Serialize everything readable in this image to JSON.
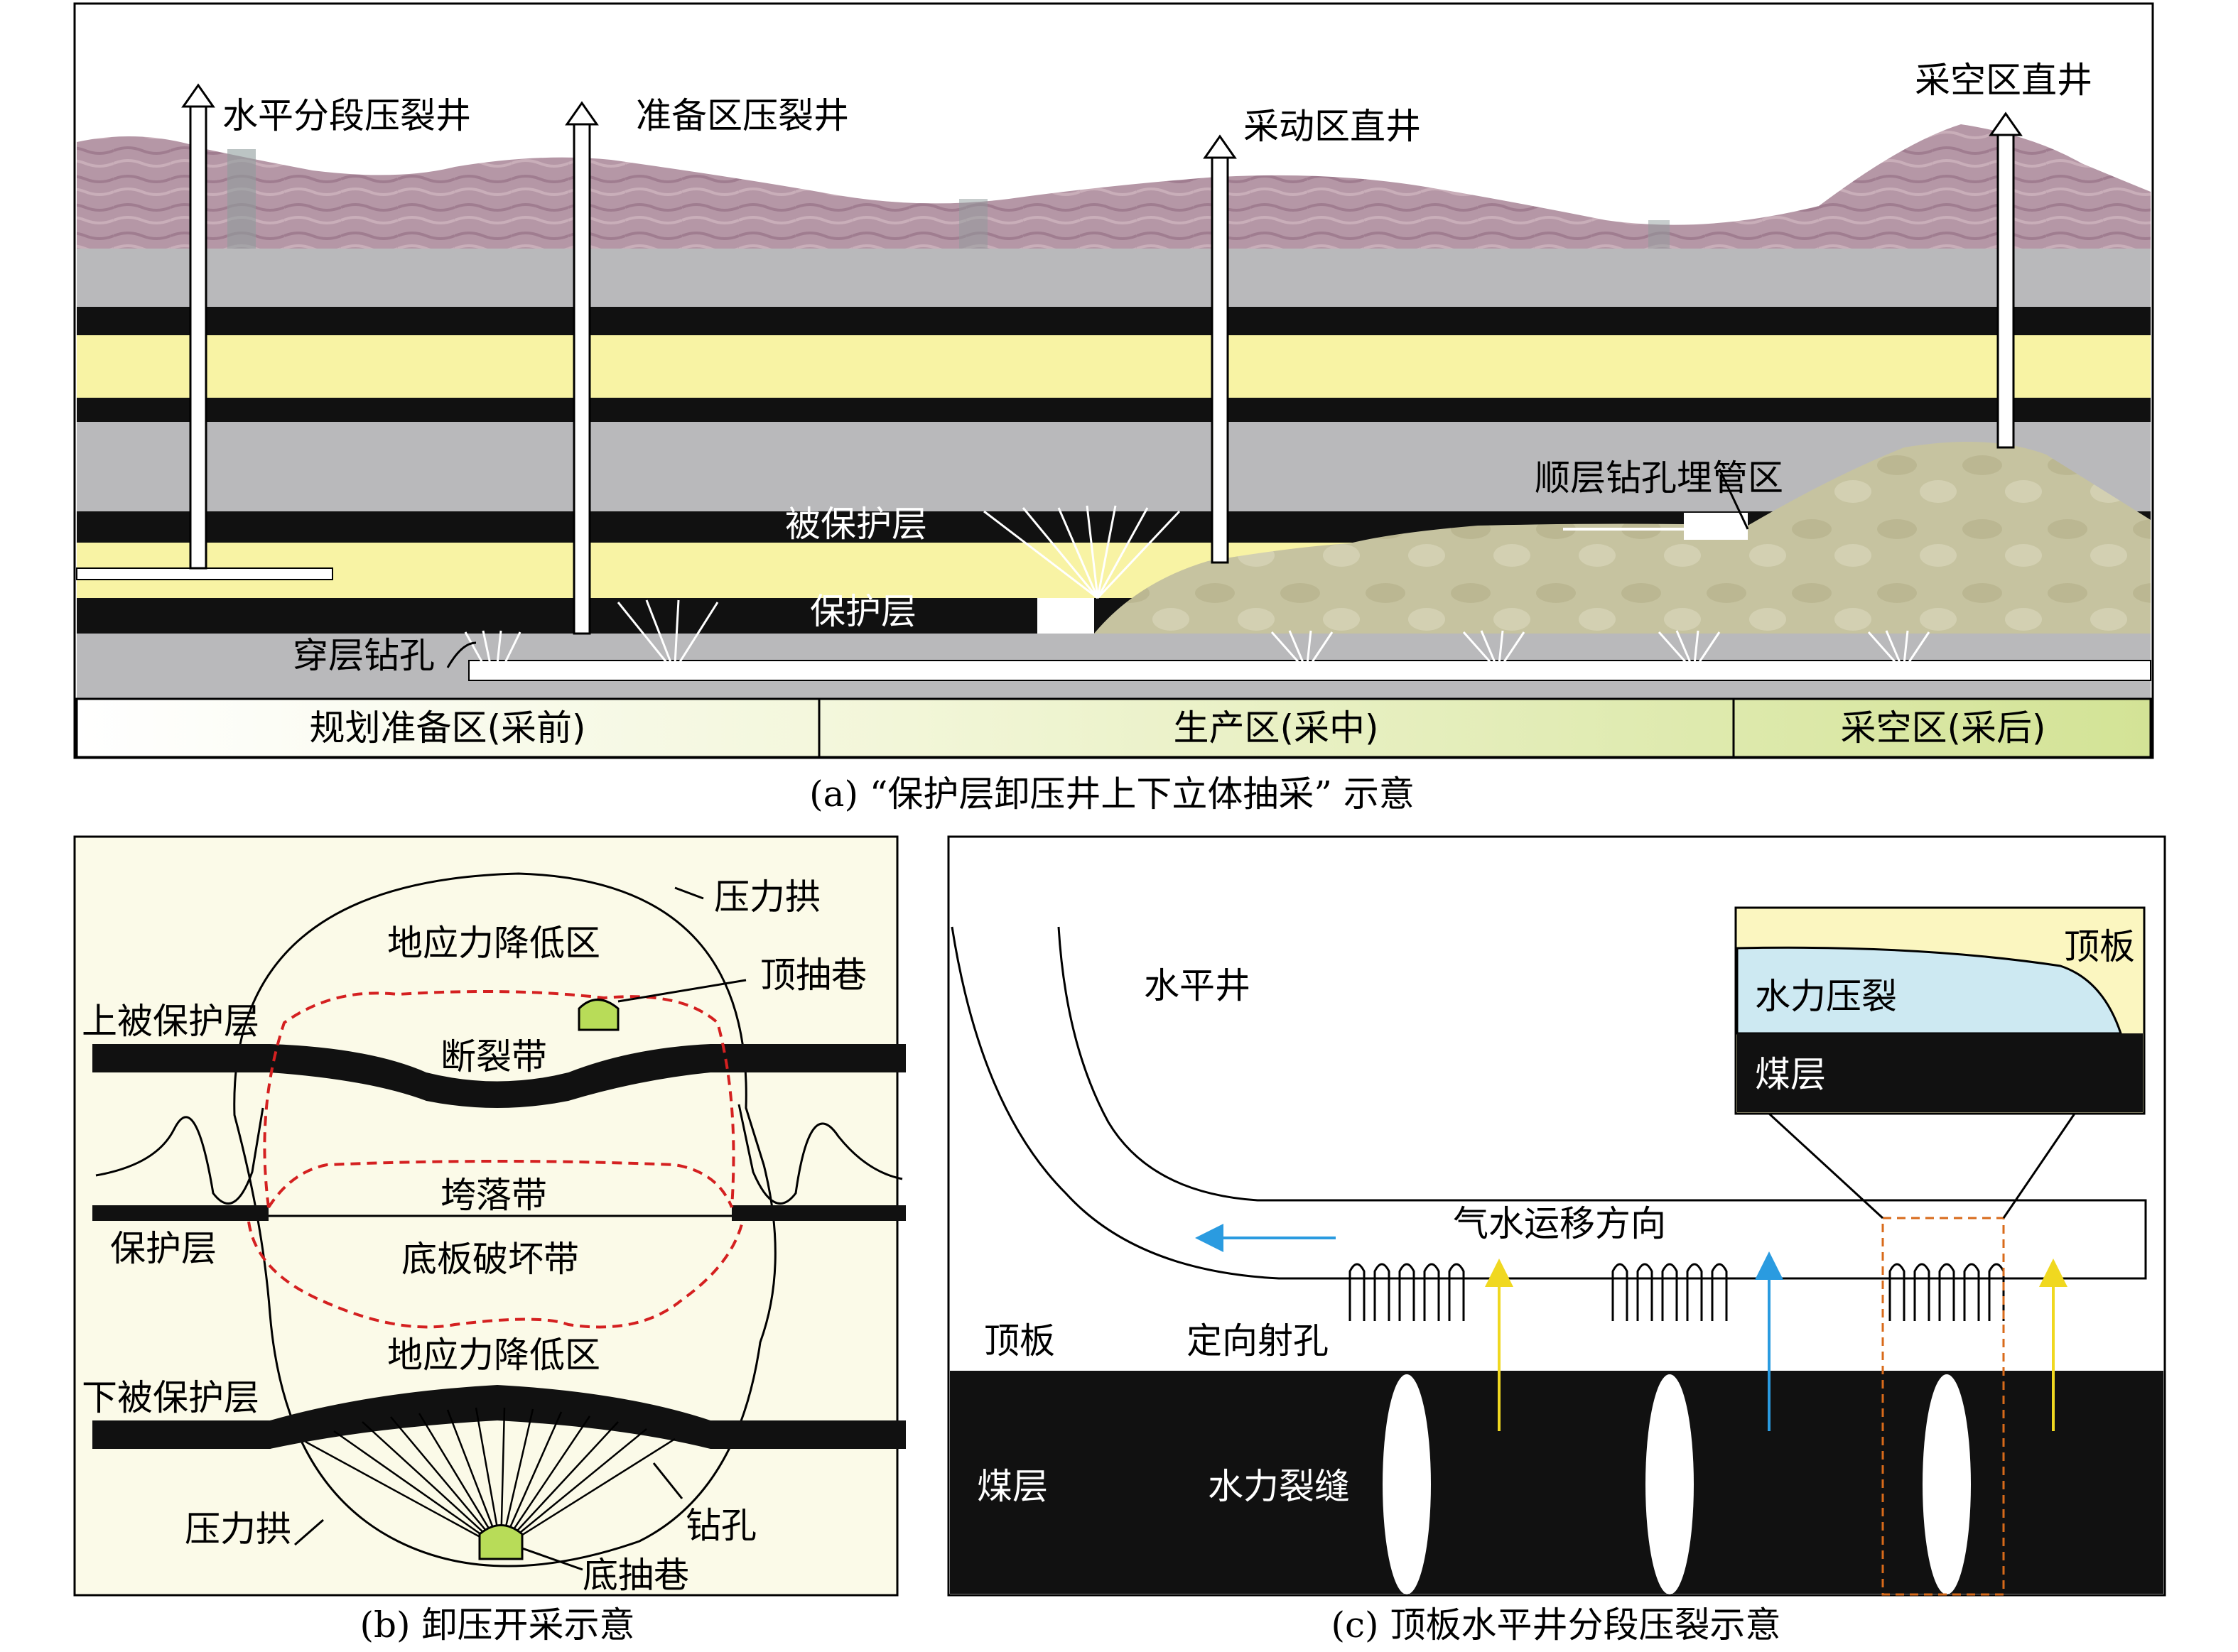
{
  "panel_a": {
    "wells": {
      "horizontal_segmented": "水平分段压裂井",
      "prep_zone": "准备区压裂井",
      "mining_zone_vertical": "采动区直井",
      "goaf_vertical": "采空区直井"
    },
    "labels": {
      "protected_layer": "被保护层",
      "protective_layer": "保护层",
      "cross_layer_borehole": "穿层钻孔",
      "bedding_borehole_zone": "顺层钻孔埋管区"
    },
    "zones": [
      "规划准备区(采前)",
      "生产区(采中)",
      "采空区(采后)"
    ],
    "caption": "(a) “保护层卸压井上下立体抽采” 示意"
  },
  "panel_b": {
    "labels": {
      "pressure_arch_top": "压力拱",
      "stress_reduced_upper": "地应力降低区",
      "top_roadway": "顶抽巷",
      "upper_protected": "上被保护层",
      "fracture_zone": "断裂带",
      "caving_zone": "垮落带",
      "protective_layer": "保护层",
      "floor_damage_zone": "底板破坏带",
      "stress_reduced_lower": "地应力降低区",
      "lower_protected": "下被保护层",
      "pressure_arch_bottom": "压力拱",
      "borehole": "钻孔",
      "bottom_roadway": "底抽巷"
    },
    "caption": "(b) 卸压开采示意"
  },
  "panel_c": {
    "labels": {
      "horizontal_well": "水平井",
      "gas_water_direction": "气水运移方向",
      "roof": "顶板",
      "directional_perforation": "定向射孔",
      "coal_seam": "煤层",
      "hydraulic_fracture": "水力裂缝"
    },
    "inset": {
      "roof": "顶板",
      "hydraulic_fracturing": "水力压裂",
      "coal_seam": "煤层"
    },
    "caption": "(c) 顶板水平井分段压裂示意"
  },
  "colors": {
    "surface_rock": "#b79aa8",
    "gray_rock": "#b9b9bb",
    "coal": "#111111",
    "sandstone": "#f8f3a4",
    "goaf": "#c9c6a4",
    "panel_b_bg": "#fbfae8",
    "red_dash": "#d42020",
    "blue_arrow": "#2a9be0",
    "yellow_arrow": "#f3e030",
    "orange_dash": "#d86a1a",
    "fracture_fluid": "#cde9f2",
    "zone_green": "#d8e89a"
  }
}
